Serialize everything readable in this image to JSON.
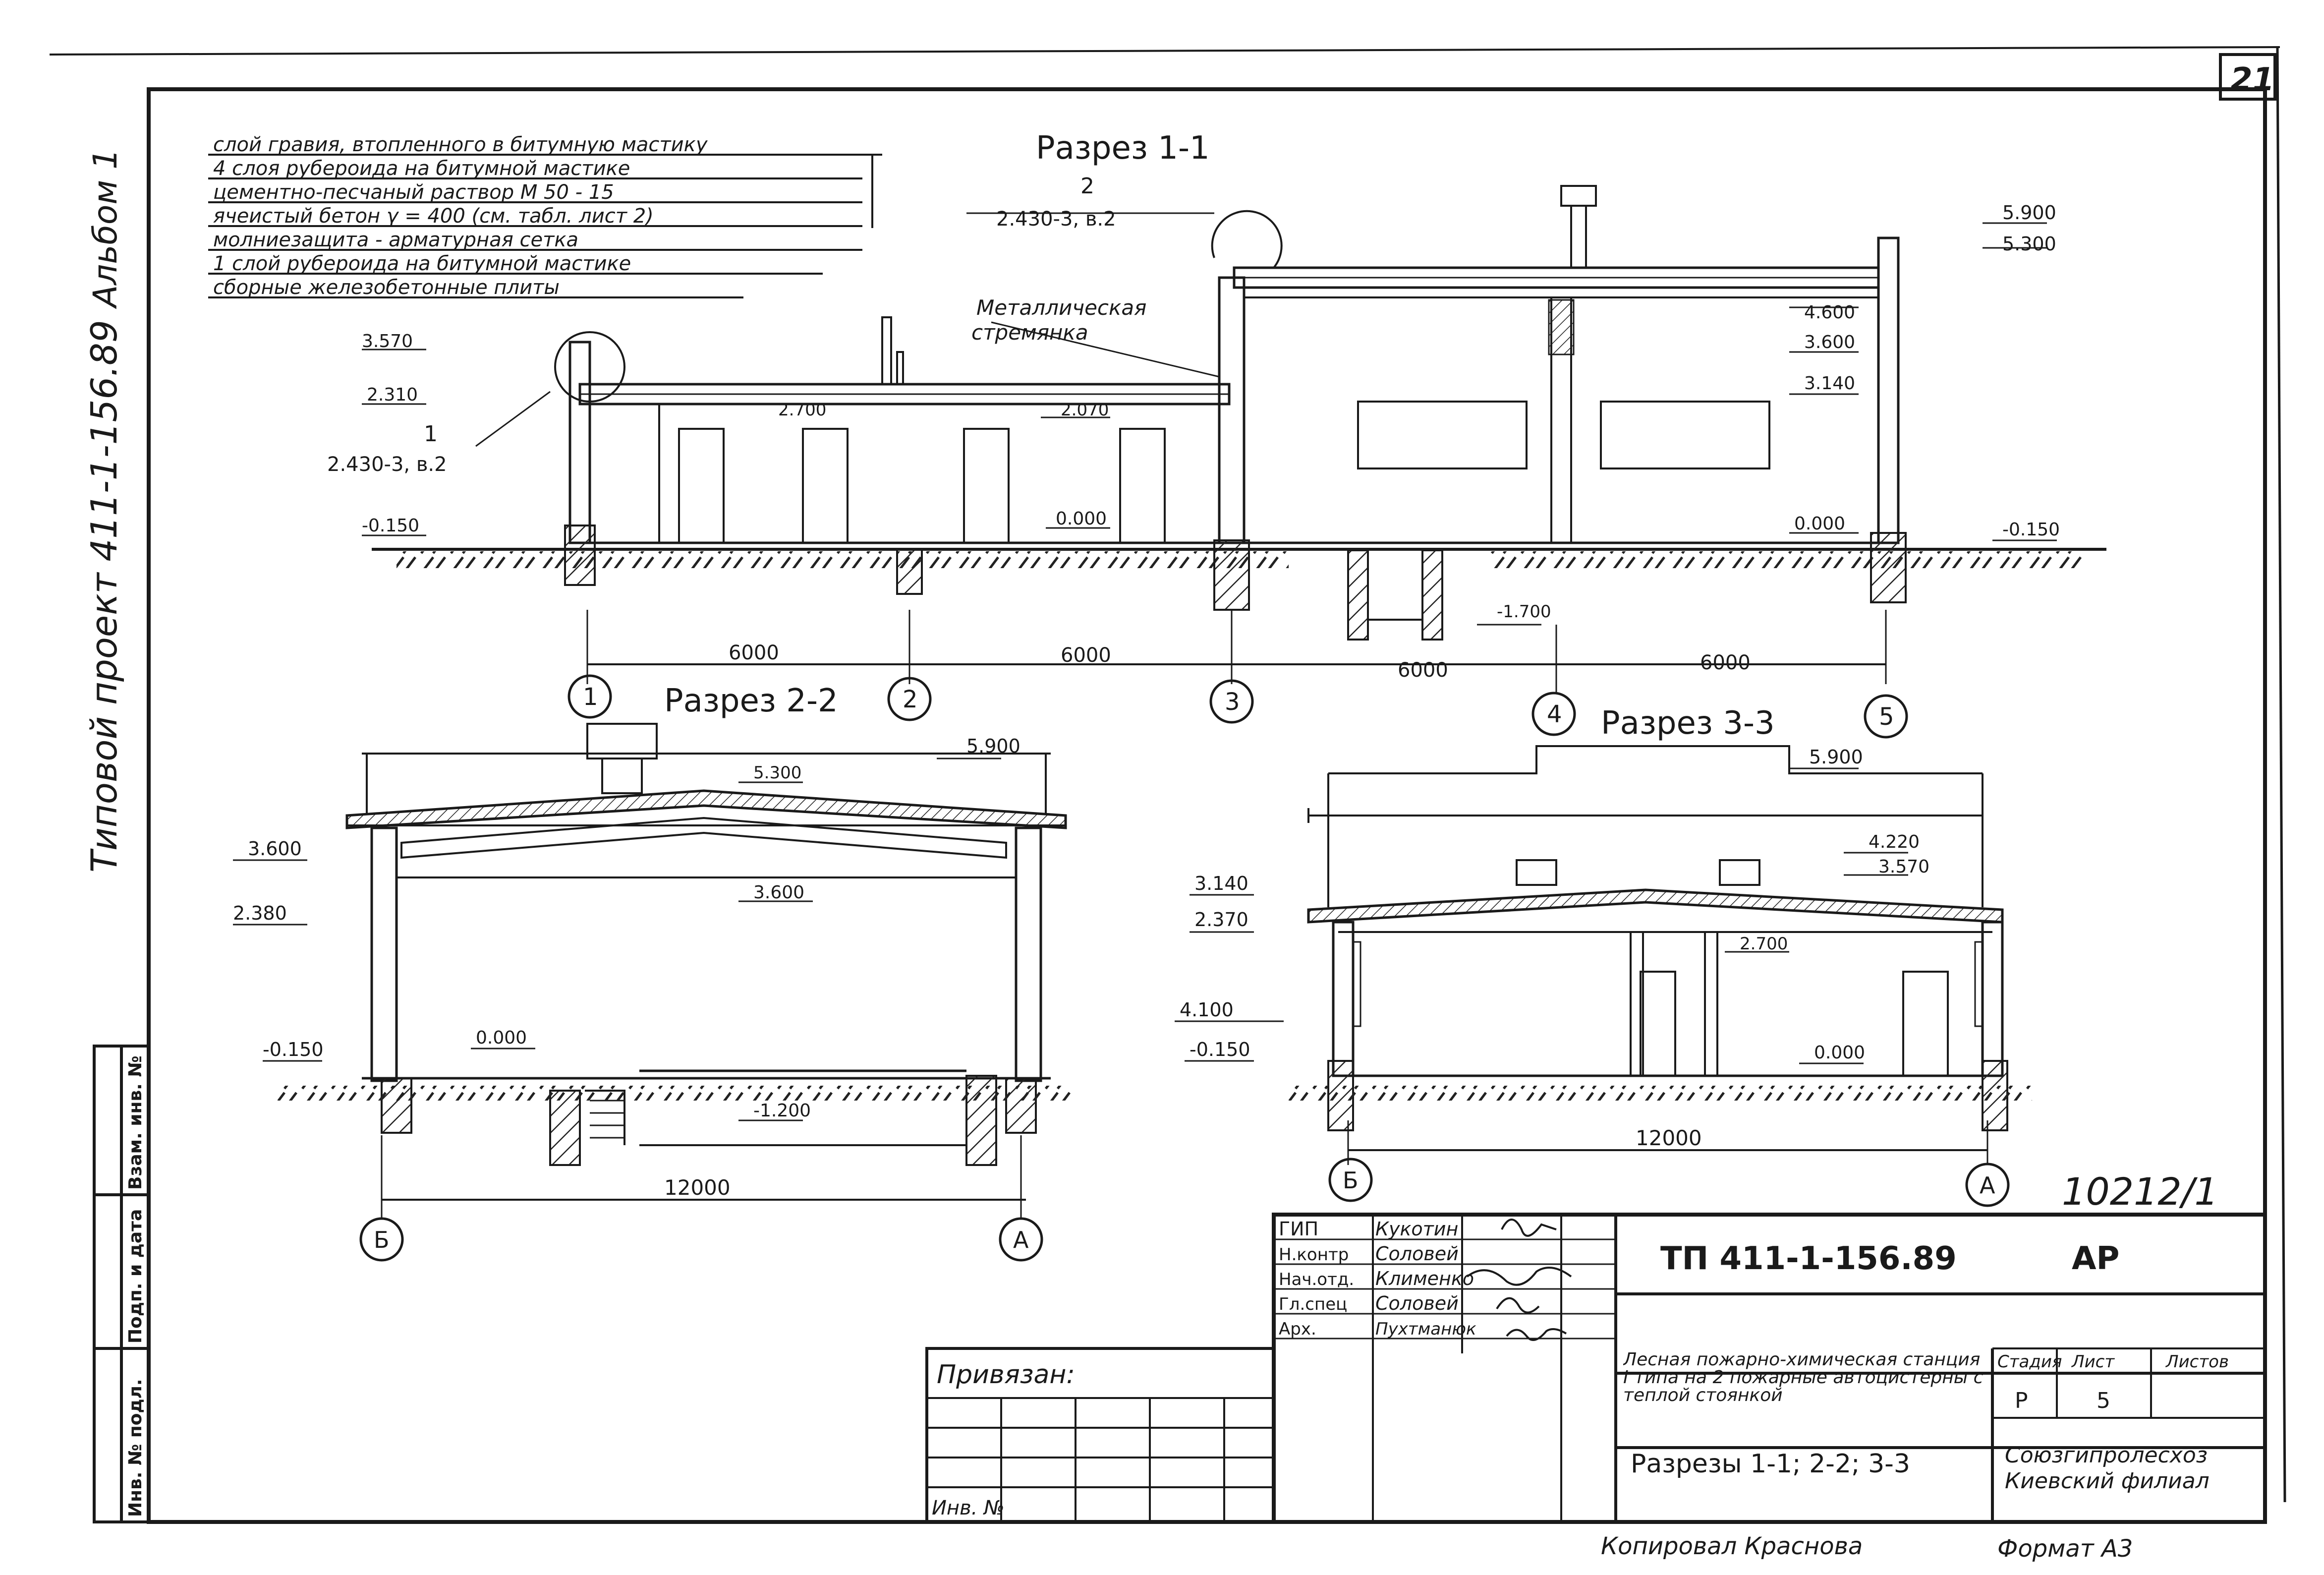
{
  "sheet_number": "21",
  "handwritten_number": "10212/1",
  "side_stamp": {
    "album": "Альбом 1",
    "project": "Типовой проект 411-1-156.89"
  },
  "side_table": {
    "inv_podl": "Инв. № подл.",
    "podp_data": "Подп. и дата",
    "vzam_inv": "Взам. инв. №"
  },
  "roof_layers": [
    "слой гравия, втопленного в битумную мастику",
    "4 слоя рубероида на битумной мастике",
    "цементно-песчаный раствор М 50 - 15",
    "ячеистый бетон γ = 400 (см. табл. лист 2)",
    "молниезащита - арматурная сетка",
    "1 слой рубероида на битумной мастике",
    "сборные железобетонные плиты"
  ],
  "section_1": {
    "title": "Разрез 1-1",
    "callout_1_num": "1",
    "callout_1_ref": "2.430-3, в.2",
    "callout_2_num": "2",
    "callout_2_ref": "2.430-3, в.2",
    "ladder_label_1": "Металлическая",
    "ladder_label_2": "стремянка",
    "elevations": {
      "e3570": "3.570",
      "e2310": "2.310",
      "em150_left": "-0.150",
      "e2700": "2.700",
      "e2070": "2.070",
      "e0000_left": "0.000",
      "e5900": "5.900",
      "e5300": "5.300",
      "e4600": "4.600",
      "e3600": "3.600",
      "e3140": "3.140",
      "e0000_right": "0.000",
      "em150_right": "-0.150",
      "em1700": "-1.700"
    },
    "dims": [
      "6000",
      "6000",
      "6000",
      "6000"
    ],
    "axes": [
      "1",
      "2",
      "3",
      "4",
      "5"
    ]
  },
  "section_2": {
    "title": "Разрез 2-2",
    "elevations": {
      "e5900": "5.900",
      "e5300": "5.300",
      "e3600_left": "3.600",
      "e3600_in": "3.600",
      "e2380": "2.380",
      "em150": "-0.150",
      "e0000": "0.000",
      "em1200": "-1.200"
    },
    "dim": "12000",
    "axes": [
      "Б",
      "А"
    ]
  },
  "section_3": {
    "title": "Разрез 3-3",
    "elevations": {
      "e5900": "5.900",
      "e4220": "4.220",
      "e3570": "3.570",
      "e3140": "3.140",
      "e2370": "2.370",
      "e2700": "2.700",
      "e4100": "4.100",
      "em150": "-0.150",
      "e0000": "0.000"
    },
    "dim": "12000",
    "axes": [
      "Б",
      "А"
    ]
  },
  "title_block": {
    "doc_code": "ТП 411-1-156.89",
    "mark": "АР",
    "roles": [
      {
        "role": "ГИП",
        "name": "Кукотин"
      },
      {
        "role": "Н.контр",
        "name": "Соловей"
      },
      {
        "role": "Нач.отд.",
        "name": "Клименко"
      },
      {
        "role": "Гл.спец",
        "name": "Соловей"
      },
      {
        "role": "Арх.",
        "name": "Пухтманюк"
      }
    ],
    "object_name": "Лесная пожарно-химическая станция I типа на 2 пожарные автоцистерны с теплой стоянкой",
    "sheet_title": "Разрезы 1-1; 2-2; 3-3",
    "stage_header": "Стадия",
    "sheet_header": "Лист",
    "sheets_header": "Листов",
    "stage": "Р",
    "sheet": "5",
    "sheets": "",
    "org_1": "Союзгипролесхоз",
    "org_2": "Киевский филиал",
    "privyazan": "Привязан:",
    "inv_no": "Инв. №"
  },
  "footer": {
    "copied": "Копировал Краснова",
    "format": "Формат А3"
  }
}
